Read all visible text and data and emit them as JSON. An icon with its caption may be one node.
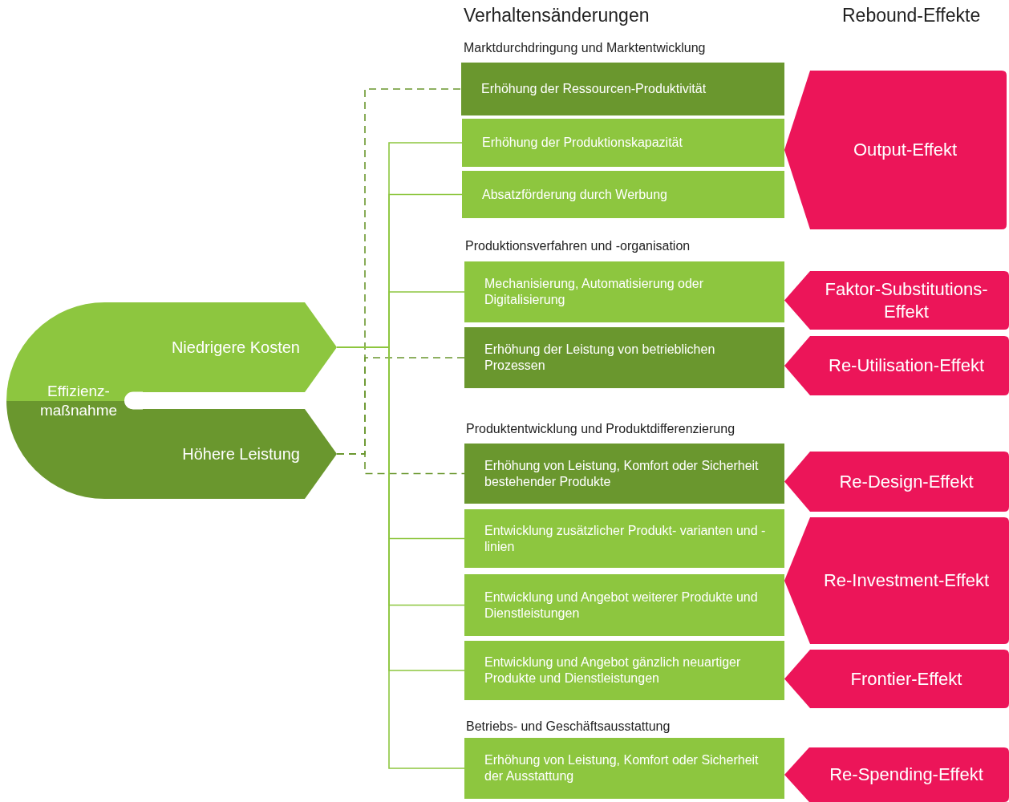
{
  "diagram": {
    "nodes": [
      {
        "text": [
          "Effizienz- maßnahme"
        ]
      },
      {
        "text": [
          "Niedrigere Kosten"
        ]
      },
      {
        "text": [
          "Höhere Leistung"
        ]
      },
      {
        "text": [
          "Erhöhung der Ressourcen-Produktivität"
        ]
      },
      {
        "text": [
          "Erhöhung der Produktionskapazität"
        ]
      },
      {
        "text": [
          "Absatzförderung durch Werbung"
        ]
      },
      {
        "text": [
          "Mechanisierung, Automatisierung oder Digitalisierung"
        ]
      },
      {
        "text": [
          "Erhöhung der Leistung von betrieblichen Prozessen"
        ]
      },
      {
        "text": [
          "Erhöhung von Leistung, Komfort oder Sicherheit bestehender Produkte"
        ]
      },
      {
        "text": [
          "Entwicklung zusätzlicher Produkt- varianten und -linien"
        ]
      },
      {
        "text": [
          "Entwicklung und Angebot weiterer Produkte und Dienstleistungen"
        ]
      },
      {
        "text": [
          "Entwicklung und Angebot gänzlich neuartiger Produkte und Dienstleistungen"
        ]
      },
      {
        "text": [
          "Erhöhung von Leistung, Komfort oder Sicherheit der Ausstattung"
        ]
      },
      {
        "text": [
          "Output-Effekt"
        ]
      },
      {
        "text": [
          "Faktor-Substitutions- Effekt"
        ]
      },
      {
        "text": [
          "Re-Utilisation-Effekt"
        ]
      },
      {
        "text": [
          "Re-Design-Effekt"
        ]
      },
      {
        "text": [
          "Re-Investment-Effekt"
        ]
      },
      {
        "text": [
          "Frontier-Effekt"
        ]
      },
      {
        "text": [
          "Re-Spending-Effekt"
        ]
      }
    ],
    "edges": [
      {
        "from": 2,
        "to": 3,
        "arrow": "none",
        "style": "dashed",
        "color": "#6a972e"
      },
      {
        "from": 1,
        "to": 4,
        "arrow": "none"
      },
      {
        "from": 1,
        "to": 5,
        "arrow": "none"
      },
      {
        "from": 1,
        "to": 6,
        "arrow": "none"
      },
      {
        "from": 2,
        "to": 7,
        "arrow": "none",
        "style": "dashed",
        "color": "#6a972e"
      },
      {
        "from": 2,
        "to": 8,
        "arrow": "none",
        "style": "dashed",
        "color": "#6a972e"
      },
      {
        "from": 1,
        "to": 9,
        "arrow": "none"
      },
      {
        "from": 1,
        "to": 10,
        "arrow": "none"
      },
      {
        "from": 1,
        "to": 11,
        "arrow": "none"
      },
      {
        "from": 1,
        "to": 12,
        "arrow": "none"
      }
    ],
    "labels": [
      "Verhaltensänderungen",
      "Rebound-Effekte",
      "Marktdurchdringung und Marktentwicklung",
      "Produktionsverfahren und -organisation",
      "Produktentwicklung und Produktdifferenzierung",
      "Betriebs- und Geschäftsausstattung"
    ]
  }
}
